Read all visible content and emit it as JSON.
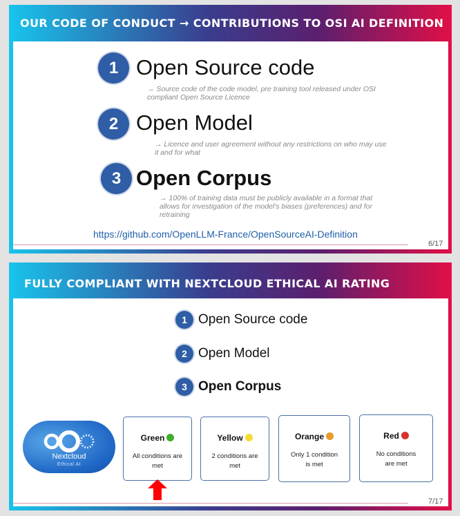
{
  "slide1": {
    "title": "OUR CODE OF CONDUCT  → CONTRIBUTIONS TO OSI AI DEFINITION",
    "items": [
      {
        "number": "1",
        "label": "Open Source code",
        "desc": "→ Source code of the code model, pre training tool released under OSI compliant Open Source Licence"
      },
      {
        "number": "2",
        "label": "Open Model",
        "desc": "→ Licence and user agreement without any restrictions on who may use it and for what"
      },
      {
        "number": "3",
        "label": "Open Corpus",
        "desc": "→ 100% of training data must be publicly available in a format that allows for investigation of the model's biases (preferences) and for retraining"
      }
    ],
    "link": "https://github.com/OpenLLM-France/OpenSourceAI-Definition",
    "page": "6/17"
  },
  "slide2": {
    "title": "FULLY COMPLIANT WITH NEXTCLOUD ETHICAL AI RATING",
    "items": [
      {
        "number": "1",
        "label": "Open Source code"
      },
      {
        "number": "2",
        "label": "Open Model"
      },
      {
        "number": "3",
        "label": "Open Corpus"
      }
    ],
    "logo": {
      "name": "Nextcloud",
      "subtitle": "Ethical AI",
      "icon": "nextcloud-logo-icon"
    },
    "ratings": [
      {
        "name": "Green",
        "color": "#3fae2a",
        "desc": "All conditions are met"
      },
      {
        "name": "Yellow",
        "color": "#f3dc34",
        "desc": "2 conditions are met"
      },
      {
        "name": "Orange",
        "color": "#e89a2a",
        "desc": "Only 1 condition is met"
      },
      {
        "name": "Red",
        "color": "#d8322a",
        "desc": "No conditions are met"
      }
    ],
    "arrow_icon": "red-up-arrow-icon",
    "page": "7/17"
  },
  "colors": {
    "accent_blue": "#2f5da6",
    "link": "#1f5fa8",
    "arrow": "#ff0000"
  }
}
